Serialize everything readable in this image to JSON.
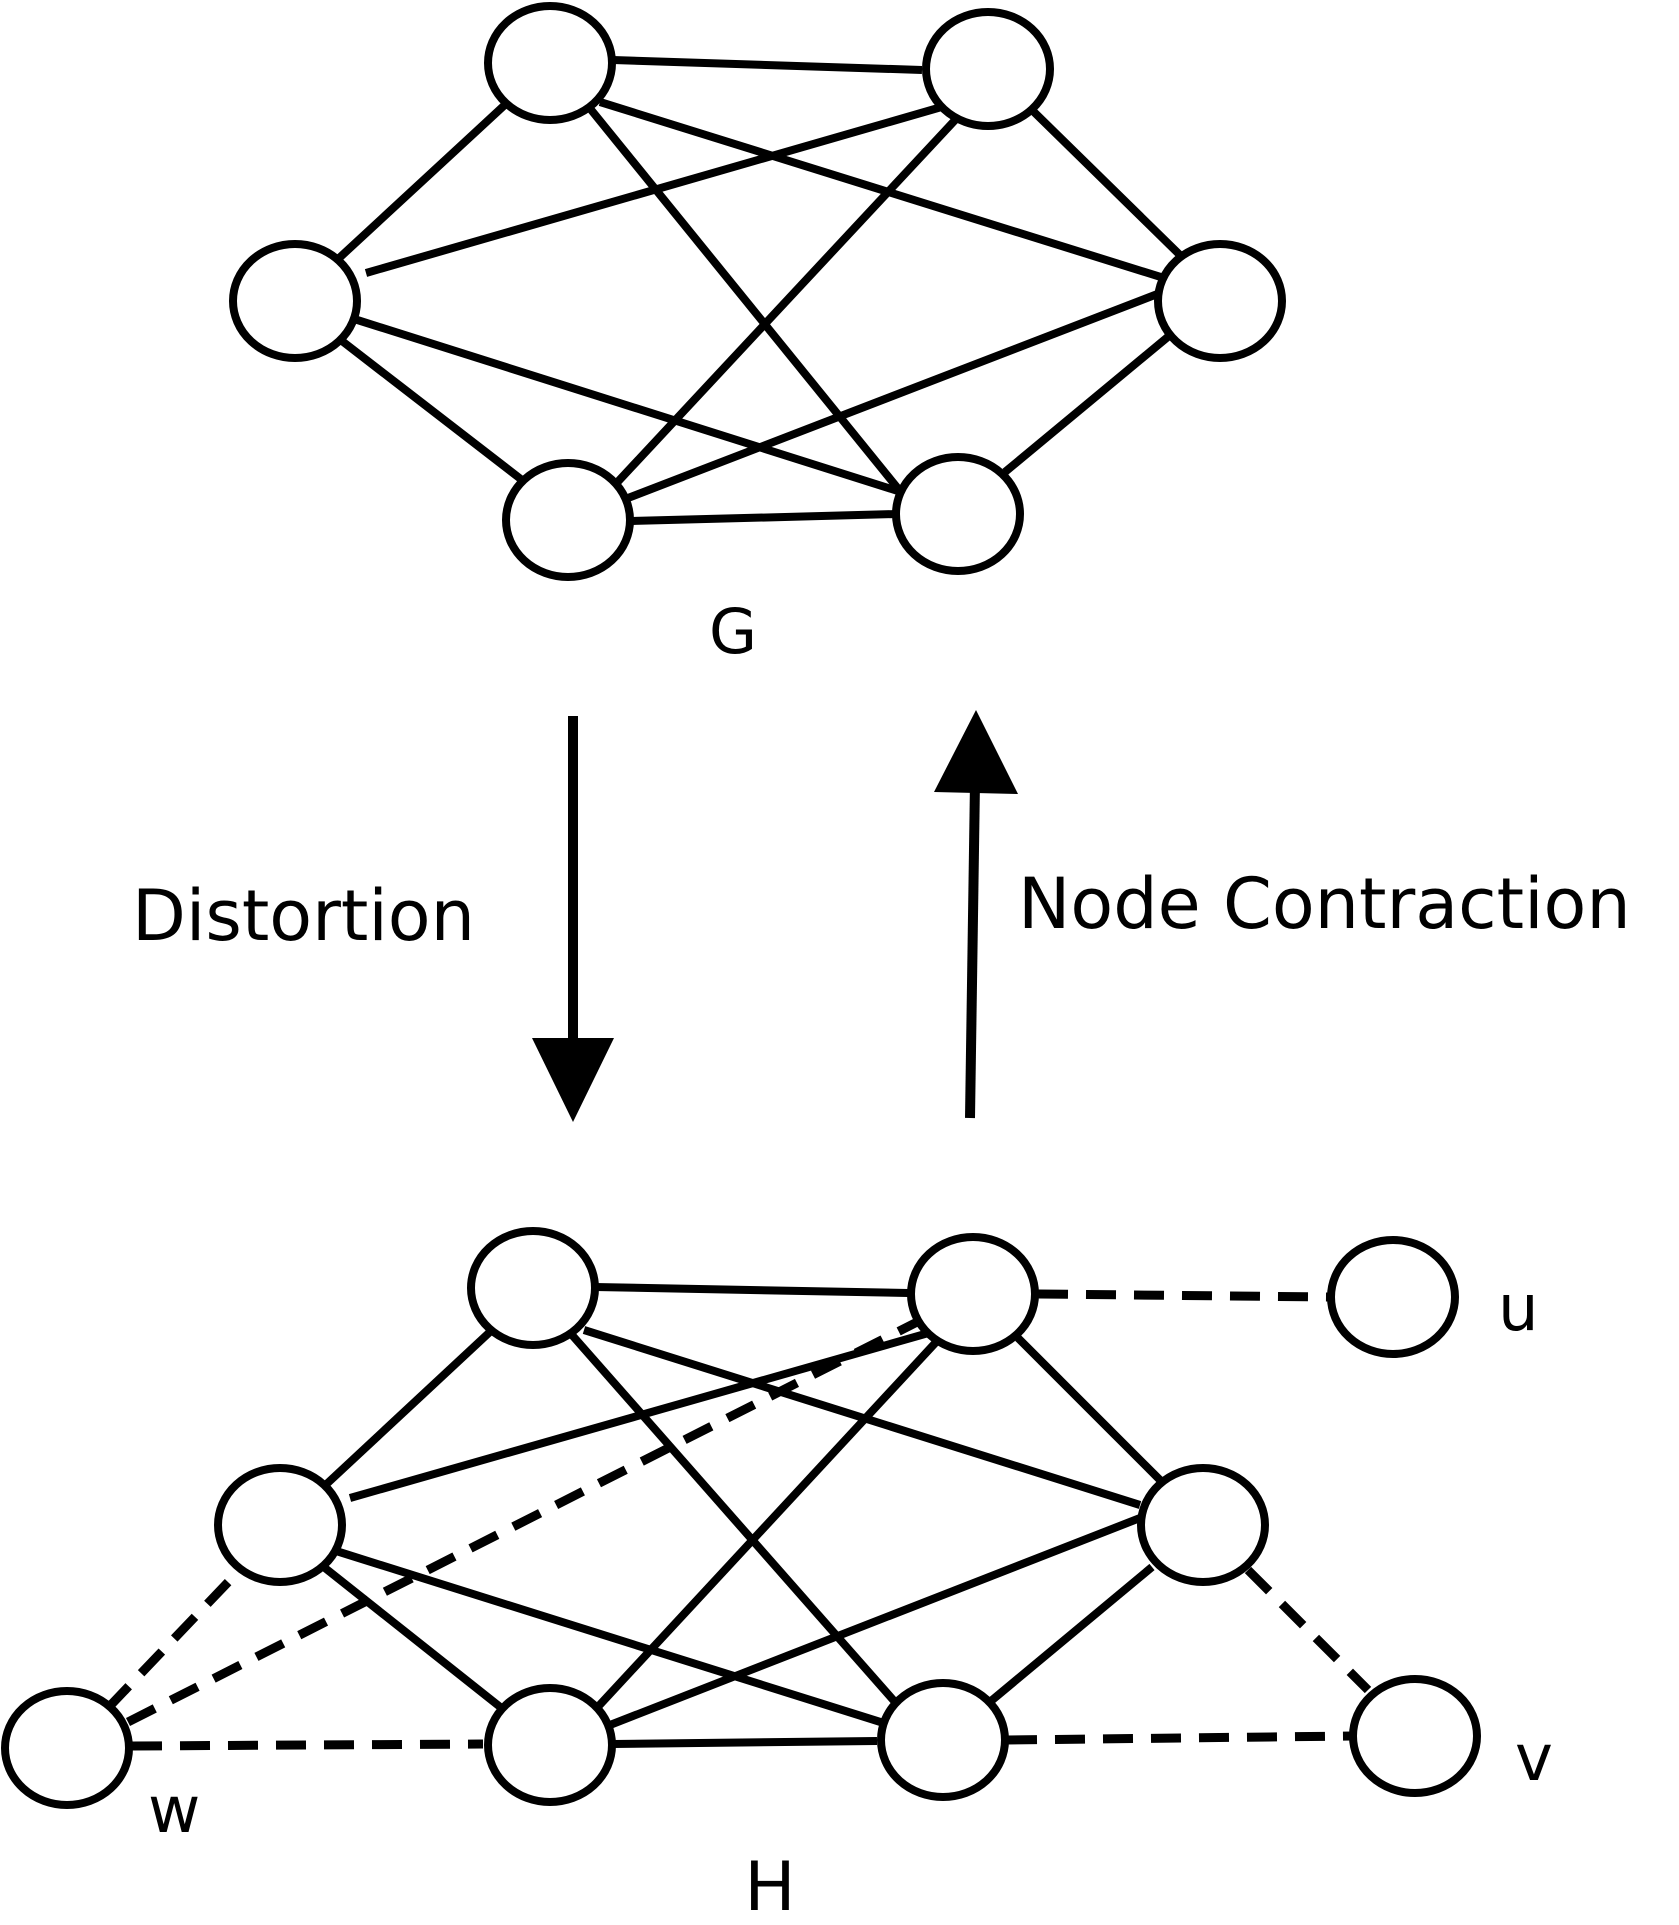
{
  "graph_top": {
    "label": "G"
  },
  "graph_bottom": {
    "label": "H",
    "node_u_label": "u",
    "node_v_label": "v",
    "node_w_label": "w"
  },
  "arrows": {
    "down_label": "Distortion",
    "up_label": "Node Contraction"
  },
  "style": {
    "stroke": "#000000",
    "fill": "#ffffff"
  }
}
